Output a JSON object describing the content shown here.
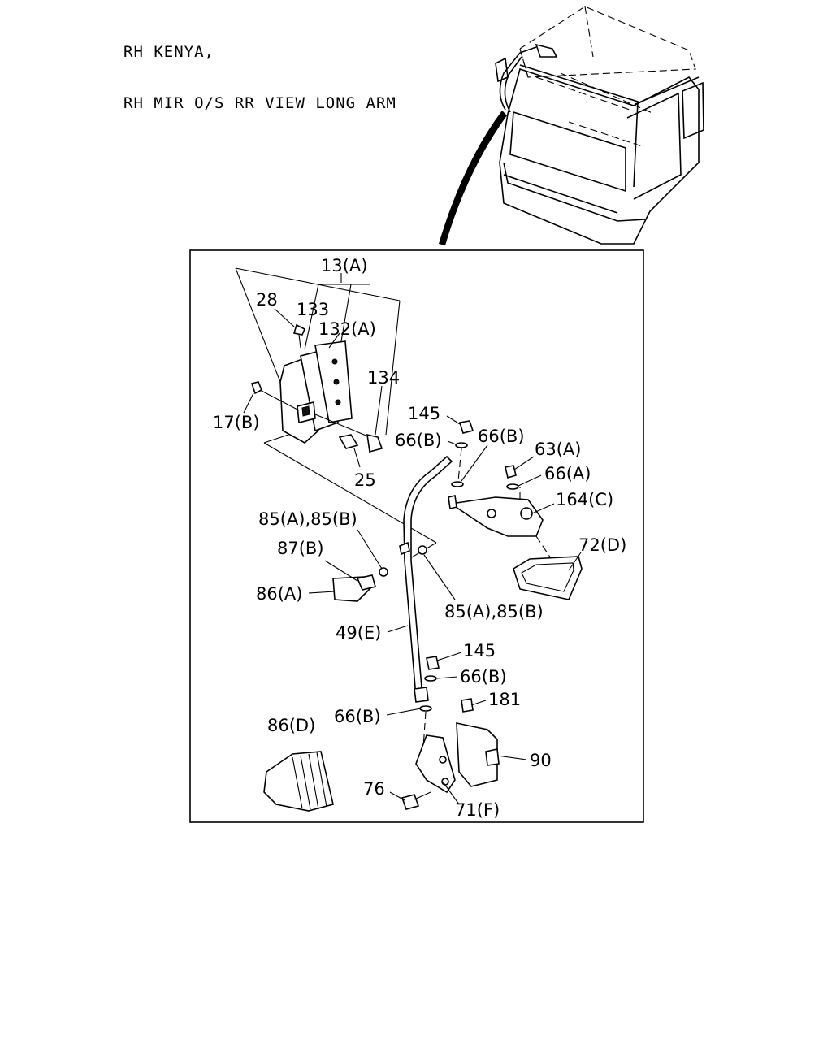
{
  "header": {
    "line1": "RH KENYA,",
    "line2": "RH MIR O/S RR VIEW LONG ARM"
  },
  "callouts": [
    {
      "id": "13A",
      "text": "13(A)"
    },
    {
      "id": "28",
      "text": "28"
    },
    {
      "id": "133",
      "text": "133"
    },
    {
      "id": "132A",
      "text": "132(A)"
    },
    {
      "id": "134",
      "text": "134"
    },
    {
      "id": "17B",
      "text": "17(B)"
    },
    {
      "id": "25",
      "text": "25"
    },
    {
      "id": "145a",
      "text": "145"
    },
    {
      "id": "66Ba",
      "text": "66(B)"
    },
    {
      "id": "66Bb",
      "text": "66(B)"
    },
    {
      "id": "63A",
      "text": "63(A)"
    },
    {
      "id": "66A",
      "text": "66(A)"
    },
    {
      "id": "164C",
      "text": "164(C)"
    },
    {
      "id": "72D",
      "text": "72(D)"
    },
    {
      "id": "85ABa",
      "text": "85(A),85(B)"
    },
    {
      "id": "87B",
      "text": "87(B)"
    },
    {
      "id": "86A",
      "text": "86(A)"
    },
    {
      "id": "85ABb",
      "text": "85(A),85(B)"
    },
    {
      "id": "49E",
      "text": "49(E)"
    },
    {
      "id": "145b",
      "text": "145"
    },
    {
      "id": "66Bc",
      "text": "66(B)"
    },
    {
      "id": "181",
      "text": "181"
    },
    {
      "id": "66Bd",
      "text": "66(B)"
    },
    {
      "id": "86D",
      "text": "86(D)"
    },
    {
      "id": "90",
      "text": "90"
    },
    {
      "id": "76",
      "text": "76"
    },
    {
      "id": "71F",
      "text": "71(F)"
    }
  ]
}
